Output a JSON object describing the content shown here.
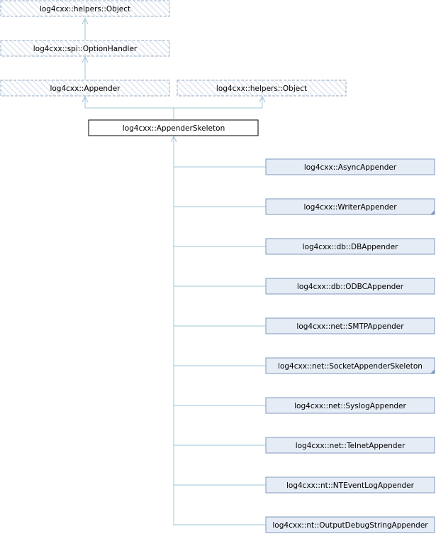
{
  "diagram": {
    "bases": {
      "object_top": "log4cxx::helpers::Object",
      "option_handler": "log4cxx::spi::OptionHandler",
      "appender": "log4cxx::Appender",
      "object_right": "log4cxx::helpers::Object"
    },
    "current": "log4cxx::AppenderSkeleton",
    "derived": [
      "log4cxx::AsyncAppender",
      "log4cxx::WriterAppender",
      "log4cxx::db::DBAppender",
      "log4cxx::db::ODBCAppender",
      "log4cxx::net::SMTPAppender",
      "log4cxx::net::SocketAppenderSkeleton",
      "log4cxx::net::SyslogAppender",
      "log4cxx::net::TelnetAppender",
      "log4cxx::nt::NTEventLogAppender",
      "log4cxx::nt::OutputDebugStringAppender"
    ],
    "has_more_children": [
      false,
      true,
      false,
      false,
      false,
      true,
      false,
      false,
      false,
      false
    ]
  }
}
